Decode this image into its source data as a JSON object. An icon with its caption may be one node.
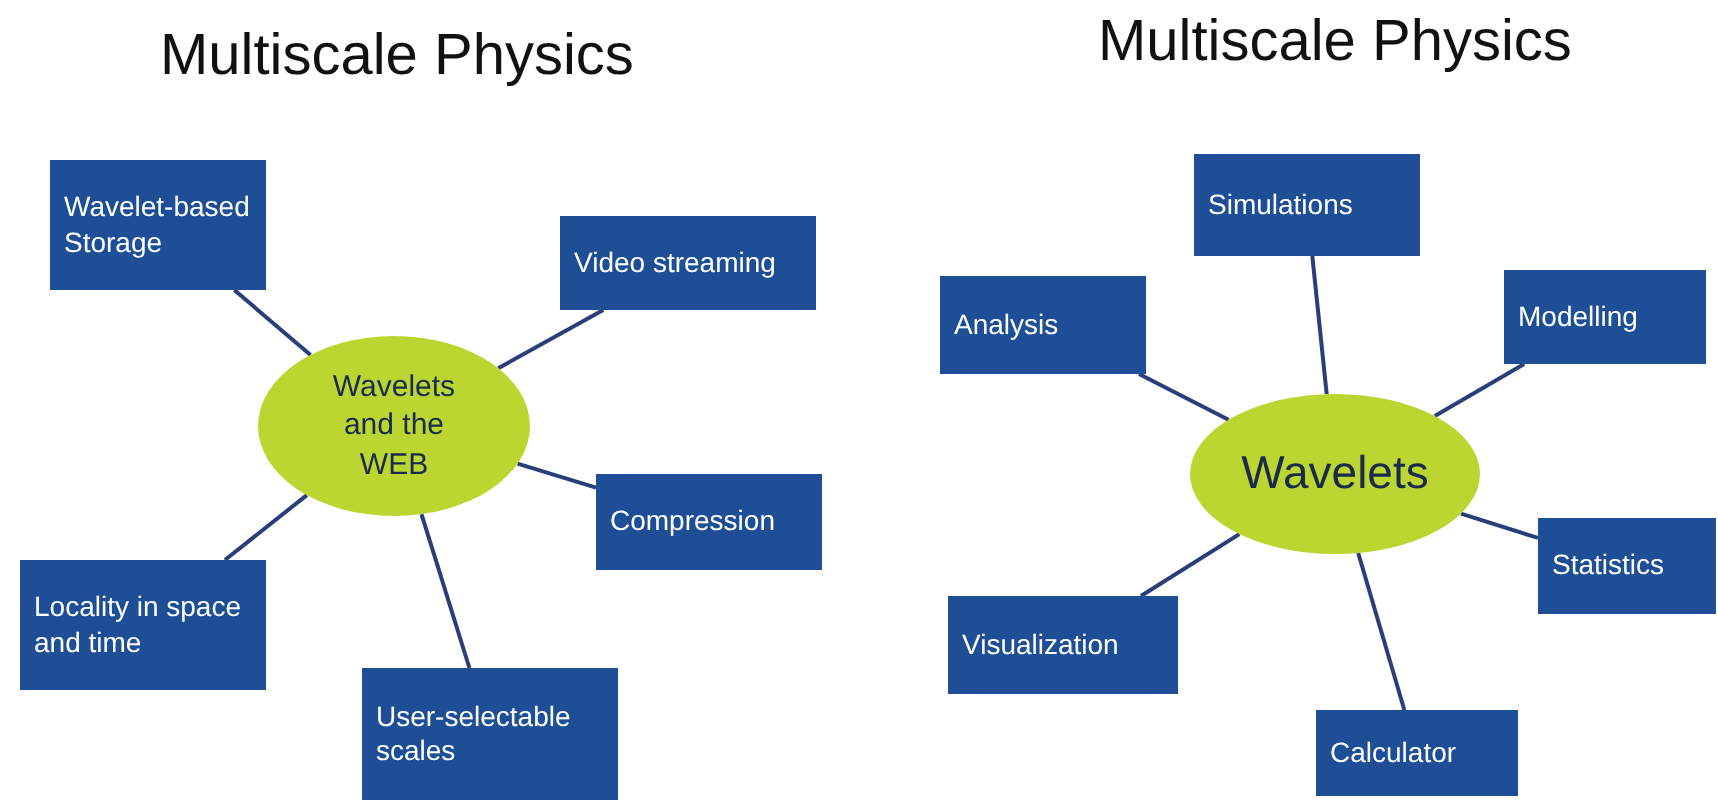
{
  "diagram": {
    "nodes": [
      {
        "text": [
          "Wavelets and the WEB"
        ]
      },
      {
        "text": [
          "Wavelet-based Storage"
        ]
      },
      {
        "text": [
          "Video streaming"
        ]
      },
      {
        "text": [
          "Compression"
        ]
      },
      {
        "text": [
          "User-selectable scales"
        ]
      },
      {
        "text": [
          "Locality in space and time"
        ]
      },
      {
        "text": [
          "Wavelets"
        ]
      },
      {
        "text": [
          "Simulations"
        ]
      },
      {
        "text": [
          "Analysis"
        ]
      },
      {
        "text": [
          "Modelling"
        ]
      },
      {
        "text": [
          "Statistics"
        ]
      },
      {
        "text": [
          "Visualization"
        ]
      },
      {
        "text": [
          "Calculator"
        ]
      }
    ],
    "edges": [
      {
        "from": 0,
        "to": 1,
        "arrow": "none"
      },
      {
        "from": 0,
        "to": 2,
        "arrow": "none"
      },
      {
        "from": 0,
        "to": 3,
        "arrow": "none"
      },
      {
        "from": 0,
        "to": 4,
        "arrow": "none"
      },
      {
        "from": 0,
        "to": 5,
        "arrow": "none"
      },
      {
        "from": 6,
        "to": 7,
        "arrow": "none"
      },
      {
        "from": 6,
        "to": 8,
        "arrow": "none"
      },
      {
        "from": 6,
        "to": 9,
        "arrow": "none"
      },
      {
        "from": 6,
        "to": 10,
        "arrow": "none"
      },
      {
        "from": 6,
        "to": 11,
        "arrow": "none"
      },
      {
        "from": 6,
        "to": 12,
        "arrow": "none"
      }
    ],
    "labels": [
      "Multiscale Physics",
      "Multiscale Physics"
    ]
  }
}
